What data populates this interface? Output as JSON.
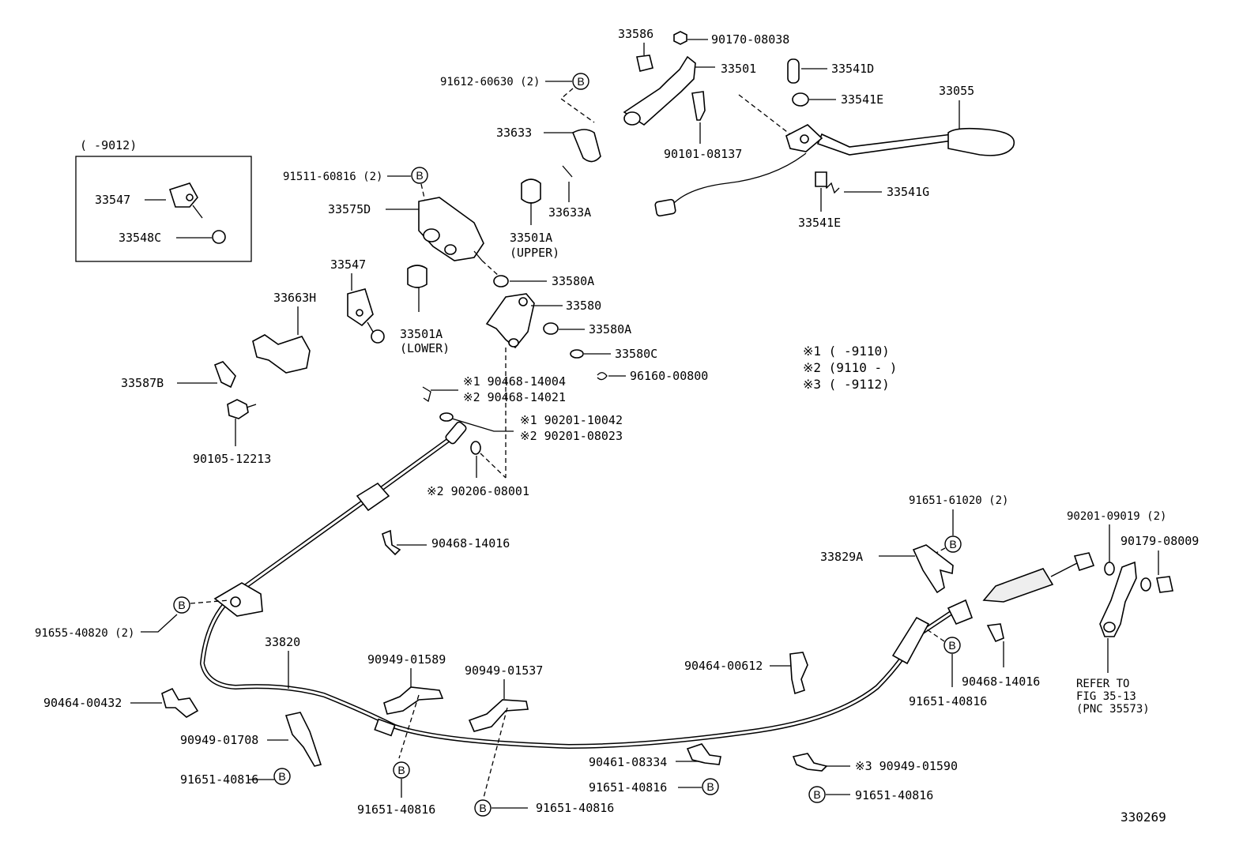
{
  "diagram_id": "330269",
  "legend": {
    "n1": "※1 (      -9110)",
    "n2": "※2 (9110 -      )",
    "n3": "※3 (      -9112)"
  },
  "inset": {
    "range": "(      -9012)",
    "p1": "33547",
    "p2": "33548C"
  },
  "b_symbol": "B",
  "labels": {
    "l33586": "33586",
    "l90170": "90170-08038",
    "l33501": "33501",
    "l33541d": "33541D",
    "l33541e_top": "33541E",
    "l33055": "33055",
    "l91612": "91612-60630 (2)",
    "l33633": "33633",
    "l90101": "90101-08137",
    "l33633a": "33633A",
    "l33541g": "33541G",
    "l33541e_bot": "33541E",
    "l91511": "91511-60816 (2)",
    "l33575d": "33575D",
    "l33501a_u": "33501A",
    "l33501a_u2": "(UPPER)",
    "l33547": "33547",
    "l33580a_1": "33580A",
    "l33663h": "33663H",
    "l33580": "33580",
    "l33501a_l": "33501A",
    "l33501a_l2": "(LOWER)",
    "l33580a_2": "33580A",
    "l33580c": "33580C",
    "l96160": "96160-00800",
    "l33587b": "33587B",
    "l90468_14004": "※1 90468-14004",
    "l90468_14021": "※2 90468-14021",
    "l90201_10042": "※1 90201-10042",
    "l90201_08023": "※2 90201-08023",
    "l90105": "90105-12213",
    "l90206": "※2 90206-08001",
    "l91651_61020": "91651-61020 (2)",
    "l90201_09019": "90201-09019 (2)",
    "l90179": "90179-08009",
    "l90468_14016a": "90468-14016",
    "l33829a": "33829A",
    "l91655": "91655-40820 (2)",
    "l33820": "33820",
    "l90949_01589": "90949-01589",
    "l90949_01537": "90949-01537",
    "l90464_00612": "90464-00612",
    "l91651_40816_r": "91651-40816",
    "l90468_14016b": "90468-14016",
    "l90464_00432": "90464-00432",
    "l90949_01708": "90949-01708",
    "l91651_40816_l": "91651-40816",
    "l90461": "90461-08334",
    "l90949_01590": "※3  90949-01590",
    "l91651_40816_c": "91651-40816",
    "l91651_40816_b1": "91651-40816",
    "l91651_40816_b2": "91651-40816",
    "l91651_40816_b3": "91651-40816",
    "refer1": "REFER TO",
    "refer2": "FIG 35-13",
    "refer3": "(PNC 35573)"
  }
}
